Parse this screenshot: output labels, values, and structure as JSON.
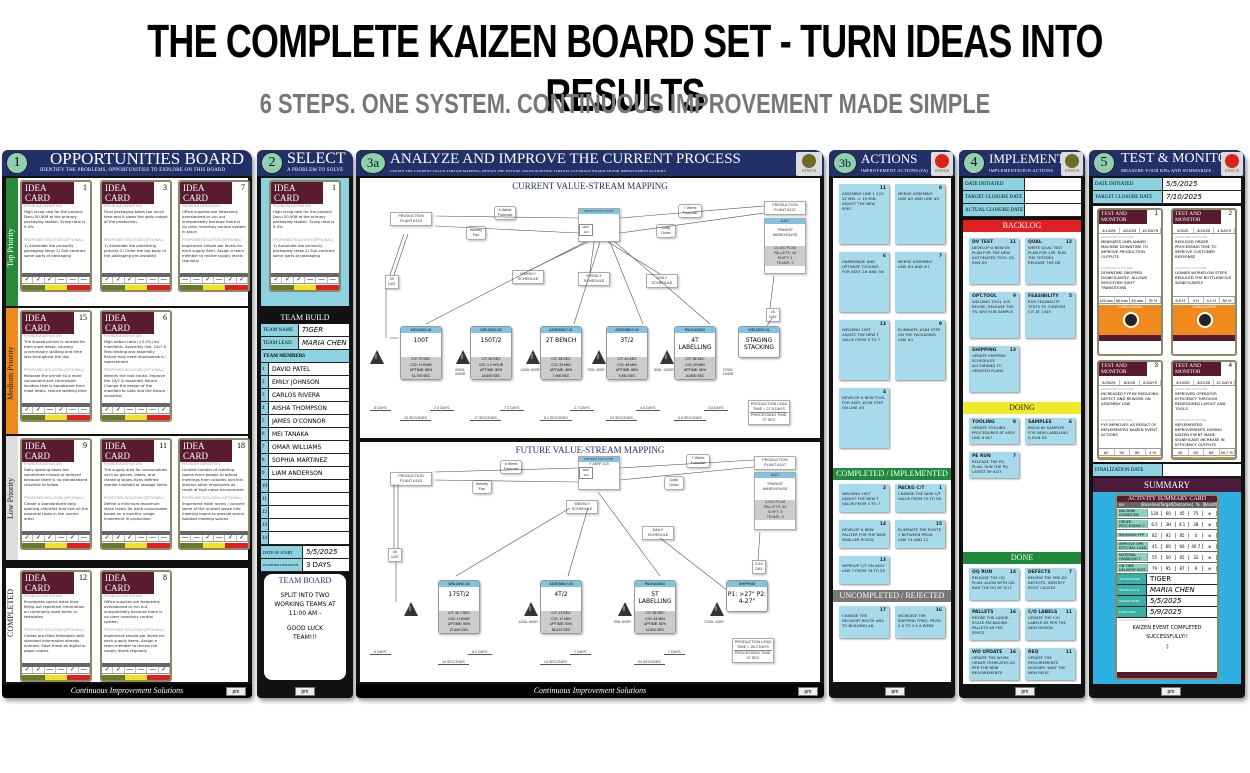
{
  "header": {
    "title": "THE COMPLETE KAIZEN BOARD SET - TURN IDEAS INTO RESULTS",
    "subtitle": "6 STEPS. ONE SYSTEM. CONTINUOUS IMPROVEMENT MADE SIMPLE"
  },
  "footer_text": "Continuous Improvement Solutions",
  "logo": "pm board",
  "board1": {
    "num": "1",
    "title": "OPPORTUNITIES BOARD",
    "subtitle": "IDENTIFY THE PROBLEMS, OPPORTUNITIES TO EXPLORE ON THIS BOARD",
    "priorities": [
      "Top Priority",
      "Medium Priority",
      "Low Priority",
      "COMPLETED"
    ],
    "card_title": "IDEA CARD",
    "problem_label": "PROBLEM DEFINITION",
    "solution_label": "PROPOSED SOLUTION (OPTIONAL)",
    "cards": [
      {
        "id": "1",
        "problem": "High scrap rate for the product Docu 50,908 at the primary packaging station. Scrap ratio is 9.4%",
        "solution": "1) Automate the primarily packaging steps 2) Sub contract some parts of packaging",
        "date": "4/24/2025",
        "by": "Mark H."
      },
      {
        "id": "3",
        "problem": "Final packaging takes too much time and it slows the daily output of the production.",
        "solution": "1) Automate the palletizing process 2) Order the top body of the packaging pre-installed",
        "date": "4/18/2025",
        "by": "Thomas K."
      },
      {
        "id": "7",
        "problem": "Office supplies are frequently overstocked or run out unexpectedly because there is no clear inventory control system in place",
        "solution": "Implement simple par levels for each supply item. Assign a team member to review supply levels regularly",
        "date": "4/9/2025",
        "by": "William D."
      },
      {
        "id": "15",
        "problem": "The shared printer is located far from most desks, causing unnecessary walking and time loss throughout the day",
        "solution": "Relocate the printer to a more convenient and centralized location that is equidistant from most desks, reduce walking time",
        "date": "4/14/2025",
        "by": "Bethany T."
      },
      {
        "id": "6",
        "problem": "High defect ratio (>3.4%) for manifolds. Assembly line, 24/7 & 5tep testing and assembly fixture may need improvement / replacement",
        "solution": "Identify the root cause. Improve the 24/7 & assembly fixture. Change the design of the manifold to slide into the fixture smoother",
        "date": "4/24/2025",
        "by": "Scott T."
      },
      {
        "id": "9",
        "problem": "Daily opening tasks are sometimes missed or delayed because there is no standardized checklist to follow",
        "solution": "Create a standardized daily opening checklist that lists all the essential tasks in the correct order",
        "date": "4/22/2025",
        "by": "Hannah M."
      },
      {
        "id": "11",
        "problem": "The supply area for consumables such as gloves, labels, and cleaning wipes lacks defined reorder trashold or storage limits",
        "solution": "Define a minimum-maximum stock levels for each consumable based on a monthly usage. Implement in production",
        "date": "4/12/2025",
        "by": "Brian P."
      },
      {
        "id": "18",
        "problem": "Limited number of meeting rooms force people to attend meetings from cubicles and this distract other employees as result of high noise environment",
        "solution": "Implement hotel rooms / convert some of the unused space into meeting rooms to provide sound isolated meeting spaces",
        "date": "4/20/2025",
        "by": "Tina W."
      },
      {
        "id": "12",
        "problem": "Employees spend extra time filling out repetitive information on commonly used forms or templates",
        "solution": "Create pre-filled templates with standard information already entered. Save these as digital or paper copies",
        "date": "4/24/2025",
        "by": "Ann S."
      },
      {
        "id": "8",
        "problem": "Office supplies are frequently overstocked or run out unexpectedly because there is no clear inventory control system.",
        "solution": "Implement simple par levels for each supply items. Assign a team member to review the supply levels regularly",
        "date": "4/24/2025",
        "by": "Jeff N."
      }
    ]
  },
  "board2": {
    "num": "2",
    "title": "SELECT",
    "subtitle": "A PROBLEM TO SOLVE",
    "team_build": "TEAM BUILD",
    "team_name_label": "TEAM NAME",
    "team_name": "TIGER",
    "team_lead_label": "TEAM LEAD",
    "team_lead": "MARIA CHEN",
    "members_label": "TEAM MEMBERS",
    "members": [
      "DAVID PATEL",
      "EMILY JOHNSON",
      "CARLOS RIVERA",
      "AISHA THOMPSON",
      "JAMES O'CONNOR",
      "MEI TANAKA",
      "OMAR WILLIAMS",
      "SOPHIA MARTINEZ",
      "LIAM ANDERSON",
      "",
      "",
      "",
      "",
      ""
    ],
    "date_start_label": "DATE OF START",
    "date_start": "5/5/2025",
    "duration_label": "PLANNED DURATION",
    "duration": "3 DAYS",
    "team_board_title": "TEAM BOARD",
    "team_board_msg": "SPLIT INTO TWO WORKING TEAMS AT 11:00 AM -",
    "team_board_msg2": "GOOD LUCK TEAM!!!"
  },
  "board3a": {
    "num": "3a",
    "title": "ANALYZE AND IMPROVE THE CURRENT PROCESS",
    "subtitle": "CREATE THE CURRENT VALUE-STREAM MAPPING, DESIGN THE FUTURE VALUE-MAPPING STREAM. LEVERAGE BOARD 3B FOR IMPROVEMENT ACTIONS",
    "status_label": "STATUS",
    "status_color": "#6b6b2a",
    "current": {
      "title": "CURRENT VALUE-STREAM MAPPING",
      "supplier": "PRODUCTION PLANT A103",
      "control": "PRODUCTION CONT",
      "mrp": "MRP 103",
      "customer": "PRODUCTION PLANT A107",
      "wh_head": "A107",
      "wh": "TRANSIT WAREHOUSE",
      "wh_data": [
        "10,400 PC/M",
        "PALLETS: 40",
        "SHIFT: 3",
        "TEAMS: 2"
      ],
      "info": [
        "6 Week Forecast",
        "Weekly Fax",
        "7 Week Forecast",
        "Daily Order"
      ],
      "schedules": [
        "WEEKLY SCHEDULE",
        "WEEKLY SCHEDULE",
        "DAILY SCHEDULE"
      ],
      "truck_in": "3X DAY",
      "truck_out": "3X DAY",
      "processes": [
        {
          "name": "WELDING #1",
          "main": "100T",
          "ct": "C/T: 70 SEC",
          "co": "C/O: 1 HOUR",
          "up": "UPTIME: 85%",
          "av": "11,700 SEC"
        },
        {
          "name": "WELDING #2",
          "main": "150T/2",
          "ct": "C/T: 50 SEC",
          "co": "C/O: 1.2 HOUR",
          "up": "UPTIME: 50%",
          "av": "18,500 SEC"
        },
        {
          "name": "ASSEMBLY #1",
          "main": "2T BENCH",
          "ct": "C/T: 28 SEC",
          "co": "C/O: 22 MIN",
          "up": "UPTIME: 45%",
          "av": "7,900 SEC"
        },
        {
          "name": "ASSEMBLY #2",
          "main": "3T/2",
          "ct": "C/T: 40 SEC",
          "co": "C/O: 45 MIN",
          "up": "UPTIME: 88%",
          "av": "5,450 SEC"
        },
        {
          "name": "PACKAGING",
          "main": "4T LABELLING",
          "ct": "C/T: 38 SEC",
          "co": "C/O: 20 MIN",
          "up": "UPTIME: 65%",
          "av": "10,800 SEC"
        },
        {
          "name": "WELDING #1",
          "main": "STAGING STACKING"
        }
      ],
      "inventory": [
        "4000L 3400R",
        "1100L 600R",
        "700L 400R",
        "600L 1300R",
        "2700L 1440R"
      ],
      "days": [
        "6 DAYS",
        "2.4 DAYS",
        "7.2 DAYS",
        "2.7 DAYS",
        "4.8 DAYS",
        "3.8 DAYS"
      ],
      "seconds": [
        "10 SECONDS",
        "17 SECONDS",
        "6.1 SECONDS",
        "24 SECONDS",
        "4.5 SECONDS"
      ],
      "lead": "PRODUCTION LEAD TIME = 27.5 DAYS",
      "proc_time": "PROCESSING TIME: 27 SEC"
    },
    "future": {
      "title": "FUTURE VALUE-STREAM MAPPING",
      "supplier": "PRODUCTION PLANT A103",
      "control": "PRODUCTION CONT",
      "mrp_top": "F-MRP 103",
      "mrp": "MRP 103",
      "customer": "PRODUCTION PLANT A107",
      "wh_head": "A107",
      "wh": "TRANSIT WAREHOUSE",
      "wh_data": [
        "3,400 PC/M",
        "PALLETS: 55",
        "SHIFT: 3",
        "TEAMS: 3"
      ],
      "info": [
        "6 Week Forecast",
        "Weekly Fax",
        "7 Week Forecast",
        "Daily Order"
      ],
      "schedules": [
        "WEEKLY SCHEDULE",
        "DAILY SCHEDULE"
      ],
      "truck_in": "4X DAY",
      "truck_out": "2.5X DAY",
      "processes": [
        {
          "name": "WELDING #3",
          "main": "175T/2",
          "ct": "C/T: 40.7 SEC",
          "co": "C/O: 1 HOUR",
          "up": "UPTIME: 90%",
          "av": "27,600 SEC"
        },
        {
          "name": "ASSEMBLY #3",
          "main": "4T/2",
          "ct": "C/T: 13 SEC",
          "co": "C/O: 17 MIN",
          "up": "UPTIME: 93%",
          "av": "38,422 SEC"
        },
        {
          "name": "PACKAGING",
          "main": "5T LABELLING",
          "ct": "C/T: 55 SEC",
          "co": "C/O: 44 MIN",
          "up": "UPTIME: 80%",
          "av": "12,800 SEC"
        },
        {
          "name": "SHIPPING",
          "main": "P1: >27\" P2: 4-27\""
        }
      ],
      "inventory": [
        "",
        "1200L 650R",
        "700L 600R",
        "2700L 430R"
      ],
      "days": [
        "6 DAYS",
        "8.2 DAYS",
        "7 DAYS",
        "7 DAYS"
      ],
      "seconds": [
        "10 SECONDS",
        "13 SECONDS",
        "24 SECONDS"
      ],
      "lead": "PRODUCTION LEAD TIME = 28.2 DAYS",
      "proc_time": "PROCESSING TIME: 47 SEC"
    }
  },
  "board3b": {
    "num": "3b",
    "title": "ACTIONS",
    "subtitle": "IMPROVEMENT ACTIONS (IA)",
    "status_label": "STATUS",
    "status_color": "#d8221c",
    "actions": [
      {
        "id": "11",
        "text": "Assembly line 1 C/O: 22 min -> 15 min. Adjust the new spec"
      },
      {
        "id": "8",
        "text": "Merge assembly line #2 and line #5"
      },
      {
        "id": "6",
        "text": "Harmonize and optimize tooling for assy 2# and 3#"
      },
      {
        "id": "7",
        "text": "Merge assembly line #4 and #7"
      },
      {
        "id": "13",
        "text": "Welding 100T adjust the new T value from 4 to 7"
      },
      {
        "id": "9",
        "text": "Eliminate #284 step on the packaging line #2"
      },
      {
        "id": "4",
        "text": "Develop a new tool for assy #238 step on line #3"
      }
    ],
    "completed_label": "COMPLETED / IMPLEMENTED",
    "completed": [
      {
        "id": "2",
        "text": "Welding 100T adjust the new T value from 4 to 7"
      },
      {
        "id": "1",
        "tag": "PACKG C/T",
        "text": "Change the new C/T value from 70 to 56"
      },
      {
        "id": "14",
        "text": "Develop a new pallter for the new smaller pckgs"
      },
      {
        "id": "15",
        "text": "Eliminate the route 7 between prod. line 14 and 12"
      },
      {
        "id": "13",
        "text": "Improve C/T on assy line 7 from 78 to 55"
      }
    ],
    "rejected_label": "UNCOMPLETED / REJECTED",
    "rejected": [
      {
        "id": "17",
        "text": "Change the delivery route #84 to building A8"
      },
      {
        "id": "16",
        "text": "Increase the shipping freq. from 2.5 to 3.5 a week"
      }
    ]
  },
  "board4": {
    "num": "4",
    "title": "IMPLEMENT",
    "subtitle": "IMPLEMENTATION ACTIONS",
    "status_label": "STATUS",
    "status_color": "#6b6b2a",
    "date_initiated_label": "DATE INITIATED",
    "target_label": "TARGET CLOSURE DATE",
    "actual_label": "ACTUAL CLOSURE DATE",
    "backlog_label": "BACKLOG",
    "backlog": [
      {
        "tag": "DV TEST",
        "id": "11",
        "text": "Develop a new DV plan for the new automated tool vs. run DV"
      },
      {
        "tag": "QUAL",
        "id": "12",
        "text": "Write qual test plan for 10E. Run the testing, release the DR"
      },
      {
        "tag": "OPT.TOOL",
        "id": "9",
        "text": "Welding tool 105 revise, release the TR, DRY run sample"
      },
      {
        "tag": "FEASIBILITY",
        "id": "5",
        "text": "Run feasibility tests to confirm C/T at 1045"
      },
      {
        "tag": "SHIPPING",
        "id": "13",
        "text": "Update shipping schedules according to updated plans"
      }
    ],
    "doing_label": "DOING",
    "doing": [
      {
        "tag": "TOOLING",
        "id": "8",
        "text": "Update tooling procedures at assy line #187"
      },
      {
        "tag": "SAMPLES",
        "id": "6",
        "text": "Build 60 samples for new labelling & run DV"
      },
      {
        "tag": "PE RUN",
        "id": "7",
        "text": "Release the PQ plan. Run the PQ latest by 6/23"
      }
    ],
    "done_label": "DONE",
    "done": [
      {
        "tag": "OQ RUN",
        "id": "14",
        "text": "Release the OQ plan. Align with QA. Run the OQ by 5/17"
      },
      {
        "tag": "DEFECTS",
        "id": "7",
        "text": "Review the pre-DV defects. Identify root causes"
      },
      {
        "tag": "PALLETS",
        "id": "16",
        "text": "Revise the large-scale packaging pallets as per specs"
      },
      {
        "tag": "C/O LABELS",
        "id": "11",
        "text": "Update the C/O labels as per the new design"
      },
      {
        "tag": "WO UPDATE",
        "id": "16",
        "text": "Update the work order templates as per the new requirements"
      },
      {
        "tag": "REQ",
        "id": "11",
        "text": "Update the requirements dossier, wait the new reqs"
      }
    ]
  },
  "board5": {
    "num": "5",
    "title": "TEST & MONITOR",
    "subtitle": "MEASURE YOUR KPIs AND SUMMARIZE",
    "status_label": "STATUS",
    "status_color": "#d8221c",
    "date_initiated_label": "DATE INITIATED",
    "date_initiated": "5/5/2025",
    "target_label": "TARGET CLOSURE DATE",
    "target": "7/10/2025",
    "card_title": "TEST AND MONITOR",
    "expected_label": "EXPECTED OUTCOME",
    "achieved_label": "ACHIEVED OUTCOME",
    "conclusion_label": "CONCLUSION",
    "cards": [
      {
        "id": "1",
        "d1": "4/14/25",
        "d2": "4/24/25",
        "d3": "10 DAYS",
        "expected": "Minimizes unplanned machine downtime to improve production outputs",
        "achieved": "Downtime dropped significantly, allows smoother shift transitions",
        "kpi": [
          "120 min",
          "60 min",
          "45 min",
          "75 %"
        ]
      },
      {
        "id": "2",
        "d1": "4/3/25",
        "d2": "4/15/25",
        "d3": "4 DAYS",
        "expected": "Reduced order processing time to improve customer response",
        "achieved": "Leaner workflow steps reduced the bottlenecks significantly",
        "kpi": [
          "6.5 H",
          "3 H",
          "4.1 H",
          "38 %"
        ]
      },
      {
        "id": "3",
        "d1": "5/25/25",
        "d2": "6/3/25",
        "d3": "8 DAYS",
        "expected": "Increased FYP by reducing defect and rework on assembly line",
        "achieved": "FYP improves as result of implemented kaizen event actions",
        "kpi": [
          "82",
          "92",
          "85",
          "4 %"
        ]
      },
      {
        "id": "4",
        "d1": "4/10/25",
        "d2": "4/22/25",
        "d3": "12 DAYS",
        "expected": "Improved operator efficiency through redesigned layout and tools",
        "achieved": "Implemented improvements during kaizen event made significant increase in efficiency outputs",
        "kpi": [
          "45",
          "60",
          "66",
          "40.7 %"
        ]
      }
    ],
    "finalization_label": "FINALIZATION DATE",
    "summary_label": "SUMMARY",
    "summary_card_title": "ACTIVITY SUMMARY CARD",
    "summary_headers": [
      "KPI",
      "Baseline",
      "Target",
      "Outcome",
      "%",
      "Result"
    ],
    "summary_rows": [
      {
        "kpi": "MACHINE DOWNTIME",
        "b": "120",
        "t": "60",
        "o": "45",
        "p": "75"
      },
      {
        "kpi": "ORDER PROCESSING T.",
        "b": "6.5",
        "t": "3H",
        "o": "4.1",
        "p": "38"
      },
      {
        "kpi": "INCREASE FYP",
        "b": "82",
        "t": "92",
        "o": "85",
        "p": "4"
      },
      {
        "kpi": "IMPROVE OPR. EFFICIEN. LOAD",
        "b": "45",
        "t": "60",
        "o": "66",
        "p": "40.7"
      },
      {
        "kpi": "MATERIAL HANDLING T.",
        "b": "55",
        "t": "50",
        "o": "65",
        "p": "32"
      },
      {
        "kpi": "ON TIME DELIVERY RATE",
        "b": "79",
        "t": "95",
        "o": "87",
        "p": "9"
      }
    ],
    "team_name_label": "TEAM NAME",
    "team_name": "TIGER",
    "team_lead_label": "TEAM LEAD",
    "team_lead": "MARIA CHEN",
    "start_label": "START DATE",
    "start": "5/5/2025",
    "end_label": "END DATE",
    "end": "5/9/2025",
    "remarks_label": "CLOSURE REMARKS",
    "remarks": "KAIZEN EVENT COMPLETED SUCCESSFULLY!!",
    "smile": ":)"
  }
}
